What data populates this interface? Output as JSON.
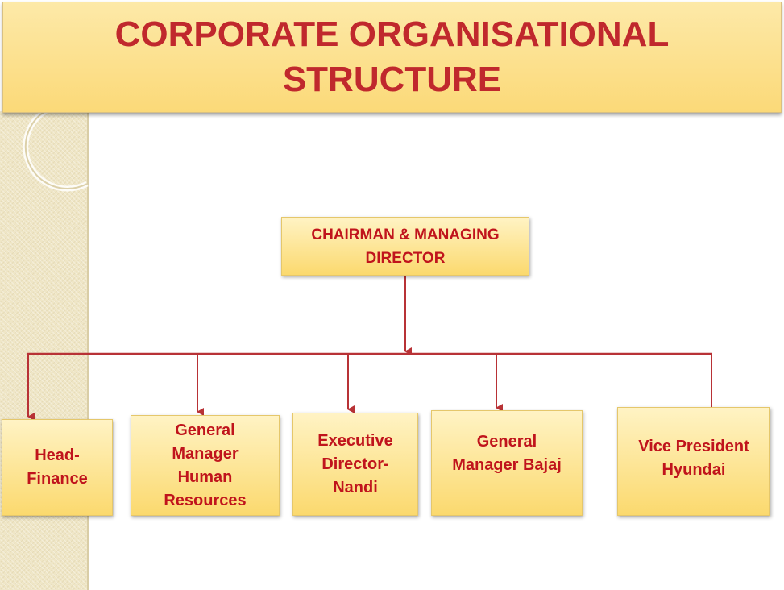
{
  "title": "CORPORATE ORGANISATIONAL STRUCTURE",
  "colors": {
    "title_text": "#c0282d",
    "box_text": "#c0141c",
    "connector": "#b83236",
    "banner_fill": "#fbd978",
    "box_fill": "#fbd96e"
  },
  "root": {
    "label": "CHAIRMAN & MANAGING\nDIRECTOR"
  },
  "children": [
    {
      "label": "Head-\nFinance"
    },
    {
      "label": "General\nManager\nHuman\nResources"
    },
    {
      "label": "Executive\nDirector-\nNandi"
    },
    {
      "label": "General\nManager  Bajaj"
    },
    {
      "label": "Vice President\nHyundai"
    }
  ]
}
